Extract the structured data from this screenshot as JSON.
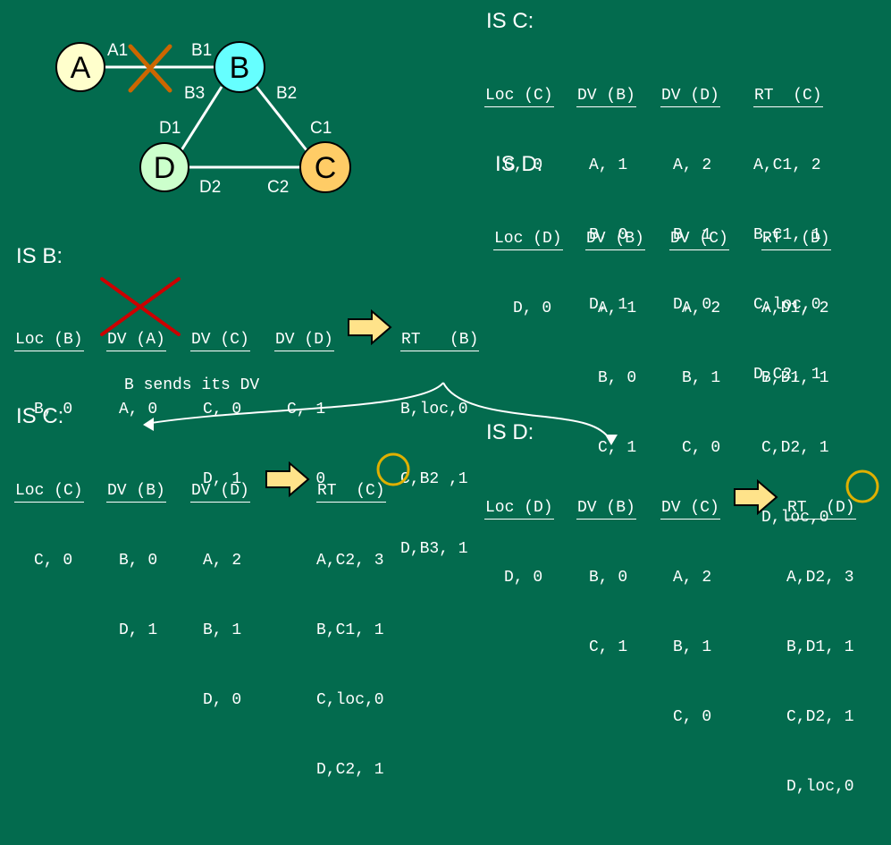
{
  "topology": {
    "nodes": [
      {
        "id": "A",
        "label": "A",
        "color": "#FFFFCC"
      },
      {
        "id": "B",
        "label": "B",
        "color": "#66FFFF"
      },
      {
        "id": "C",
        "label": "C",
        "color": "#FFCC66"
      },
      {
        "id": "D",
        "label": "D",
        "color": "#CCFFCC"
      }
    ],
    "link_labels": {
      "A1": "A1",
      "B1": "B1",
      "B3": "B3",
      "B2": "B2",
      "D1": "D1",
      "C1": "C1",
      "D2": "D2",
      "C2": "C2"
    },
    "broken_link": "A-B"
  },
  "colors": {
    "background": "#036B4E",
    "cross_out": "#CC0000",
    "link_break": "#CC6600",
    "highlight_circle": "#E0B000",
    "arrow_fill": "#FFE38A"
  },
  "is_c_top": {
    "heading": "IS C:",
    "tables": [
      {
        "header": "Loc (C)",
        "rows": [
          "C, 0"
        ]
      },
      {
        "header": "DV (B)",
        "rows": [
          "A, 1",
          "B, 0",
          "D, 1"
        ]
      },
      {
        "header": "DV (D)",
        "rows": [
          "A, 2",
          "B, 1",
          "D, 0"
        ]
      },
      {
        "header": "RT  (C)",
        "rows": [
          "A,C1, 2",
          "B,C1, 1",
          "C,loc,0",
          "D,C2, 1"
        ]
      }
    ]
  },
  "is_d_top": {
    "heading": "IS D:",
    "tables": [
      {
        "header": "Loc (D)",
        "rows": [
          "D, 0"
        ]
      },
      {
        "header": "DV (B)",
        "rows": [
          "A, 1",
          "B, 0",
          "C, 1"
        ]
      },
      {
        "header": "DV (C)",
        "rows": [
          "A, 2",
          "B, 1",
          "C, 0"
        ]
      },
      {
        "header": "RT  (D)",
        "rows": [
          "A,D1, 2",
          "B,D1, 1",
          "C,D2, 1",
          "D,loc,0"
        ]
      }
    ]
  },
  "is_b": {
    "heading": "IS B:",
    "tables": [
      {
        "header": "Loc (B)",
        "rows": [
          "B, 0"
        ]
      },
      {
        "header": "DV (A)",
        "rows": [
          "A, 0"
        ]
      },
      {
        "header": "DV (C)",
        "rows": [
          "C, 0",
          "D, 1"
        ]
      },
      {
        "header": "DV (D)",
        "rows": [
          "C, 1",
          "D, 0"
        ]
      },
      {
        "header": "RT   (B)",
        "rows": [
          "B,loc,0",
          "C,B2 ,1",
          "D,B3, 1"
        ]
      }
    ],
    "crossed_out_table": "DV (A)"
  },
  "b_sends_note": "B sends its DV",
  "is_c_bottom": {
    "heading": "IS C:",
    "tables": [
      {
        "header": "Loc (C)",
        "rows": [
          "C, 0"
        ]
      },
      {
        "header": "DV (B)",
        "rows": [
          "B, 0",
          "D, 1"
        ]
      },
      {
        "header": "DV (D)",
        "rows": [
          "A, 2",
          "B, 1",
          "D, 0"
        ]
      },
      {
        "header": "RT  (C)",
        "rows": [
          "A,C2, 3",
          "B,C1, 1",
          "C,loc,0",
          "D,C2, 1"
        ]
      }
    ],
    "highlighted_value": "3"
  },
  "is_d_bottom": {
    "heading": "IS D:",
    "tables": [
      {
        "header": "Loc (D)",
        "rows": [
          "D, 0"
        ]
      },
      {
        "header": "DV (B)",
        "rows": [
          "B, 0",
          "C, 1"
        ]
      },
      {
        "header": "DV (C)",
        "rows": [
          "A, 2",
          "B, 1",
          "C, 0"
        ]
      },
      {
        "header": "RT  (D)",
        "rows": [
          "A,D2, 3",
          "B,D1, 1",
          "C,D2, 1",
          "D,loc,0"
        ]
      }
    ],
    "highlighted_value": "3"
  }
}
